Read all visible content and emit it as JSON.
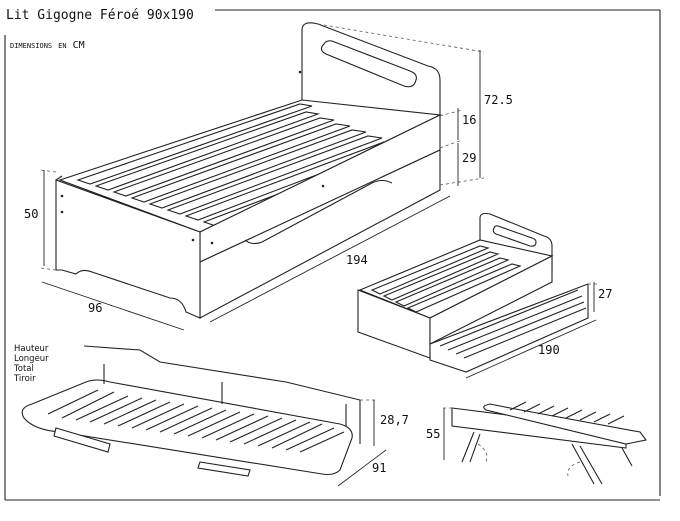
{
  "header": {
    "title": "Lit Gigogne Féroé 90x190",
    "subtitle": "dimensions en CM"
  },
  "dimensions": {
    "headboard_height": "72.5",
    "upper_gap": "16",
    "drawer_height": "29",
    "bed_height": "50",
    "total_length": "194",
    "depth": "96",
    "trundle_height": "27",
    "trundle_length": "190",
    "folded_height": "28,7",
    "folded_width": "91",
    "leg_height": "55"
  },
  "legend": {
    "lines": [
      "Hauteur",
      "Longeur",
      "Total",
      "Tiroir"
    ]
  }
}
